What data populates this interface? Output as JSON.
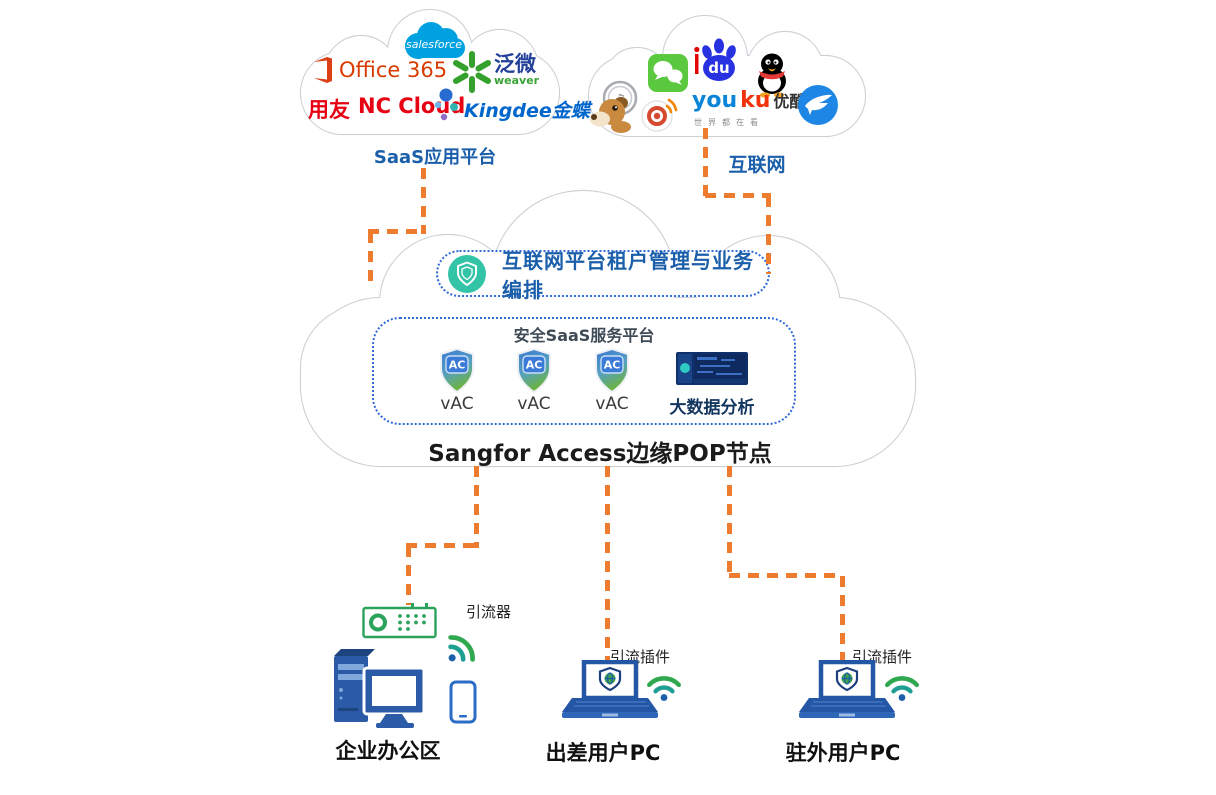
{
  "colors": {
    "orange": "#ED7C2F",
    "dotted_blue": "#2F6BD8",
    "teal": "#33C3A6",
    "cloud_border": "#CDD1D6",
    "blue_label": "#1B5FAA",
    "platform_title": "#3E4A56",
    "navy_label": "#12355F",
    "device_blue": "#2B5AA7",
    "router_green": "#2BA35C"
  },
  "saas_cloud": {
    "label": "SaaS应用平台",
    "logos": {
      "salesforce": "salesforce",
      "office365": "Office 365",
      "weaver_cn": "泛微",
      "weaver_en": "weaver",
      "yonyou": "用友",
      "nccloud": "NC Cloud",
      "kingdee": "Kingdee金蝶"
    }
  },
  "internet_cloud": {
    "label": "互联网",
    "baidu_text": "du",
    "youku": {
      "en1": "you",
      "en2": "ku",
      "cn": "优酷",
      "slogan": "世界都在看"
    }
  },
  "pop_cloud": {
    "title": "Sangfor Access边缘POP节点",
    "mgmt_pill": "互联网平台租户管理与业务编排",
    "platform": {
      "title": "安全SaaS服务平台",
      "shield_text": "AC",
      "vac": [
        "vAC",
        "vAC",
        "vAC"
      ],
      "bigdata": "大数据分析"
    }
  },
  "endpoints": {
    "office": {
      "label": "企业办公区",
      "device_note": "引流器"
    },
    "travel": {
      "label": "出差用户PC",
      "device_note": "引流插件"
    },
    "remote": {
      "label": "驻外用户PC",
      "device_note": "引流插件"
    }
  }
}
